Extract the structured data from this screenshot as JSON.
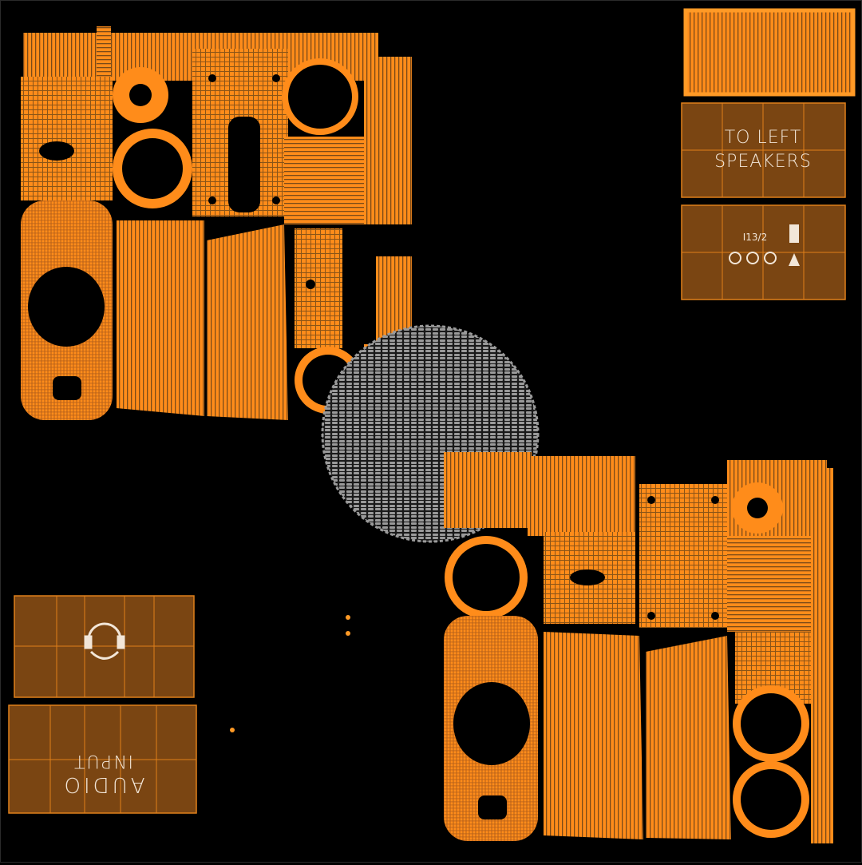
{
  "colors": {
    "background": "#000000",
    "island_fill": "#ff8c1a",
    "island_dark": "#7a4a18",
    "panel_fill": "#7a4512",
    "panel_line": "#e0801a",
    "vertex": "#ff9a26",
    "disc": "#9a9a9a",
    "label_text": "#f2e6d8"
  },
  "labels": {
    "to_left_line1": "TO LEFT",
    "to_left_line2": "SPEAKERS",
    "small_text": "I13/2",
    "audio_line1": "AUDIO",
    "audio_line2": "INPUT"
  },
  "icons": {
    "headphones": "headphones-icon",
    "warning": "warning-icon",
    "volume_knobs": "knob-icon"
  }
}
